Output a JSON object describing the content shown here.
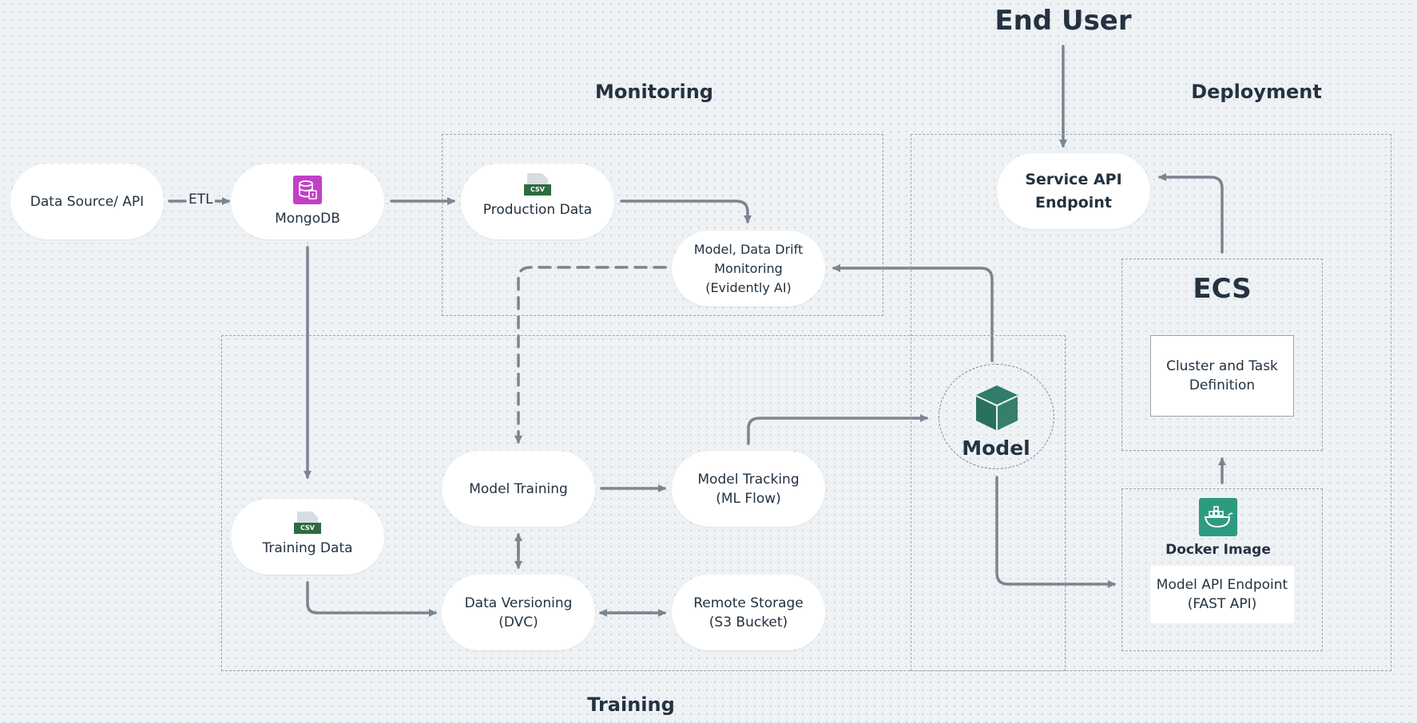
{
  "titles": {
    "end_user": "End User",
    "monitoring": "Monitoring",
    "deployment": "Deployment",
    "training": "Training",
    "ecs": "ECS",
    "model": "Model",
    "docker_image": "Docker Image"
  },
  "edge_labels": {
    "etl": "ETL"
  },
  "nodes": {
    "data_source": "Data Source/ API",
    "mongodb": "MongoDB",
    "production_data": "Production Data",
    "drift_monitoring": "Model, Data Drift\nMonitoring\n(Evidently AI)",
    "service_api": "Service API\nEndpoint",
    "cluster_task": "Cluster and Task\nDefinition",
    "model_api": "Model API Endpoint\n(FAST API)",
    "training_data": "Training Data",
    "model_training": "Model Training",
    "model_tracking": "Model Tracking\n(ML Flow)",
    "data_versioning": "Data Versioning\n(DVC)",
    "remote_storage": "Remote Storage\n(S3 Bucket)"
  },
  "icons": {
    "csv_tag": "CSV",
    "mongodb": "database-icon",
    "docker": "docker-icon",
    "model": "cube-icon"
  },
  "colors": {
    "background": "#eef2f5",
    "arrow": "#7a8590",
    "mongodb_icon": "#c23fc6",
    "docker_icon": "#2d9b80",
    "model_cube": "#2f7d6a",
    "csv_band": "#2e6b3e"
  }
}
